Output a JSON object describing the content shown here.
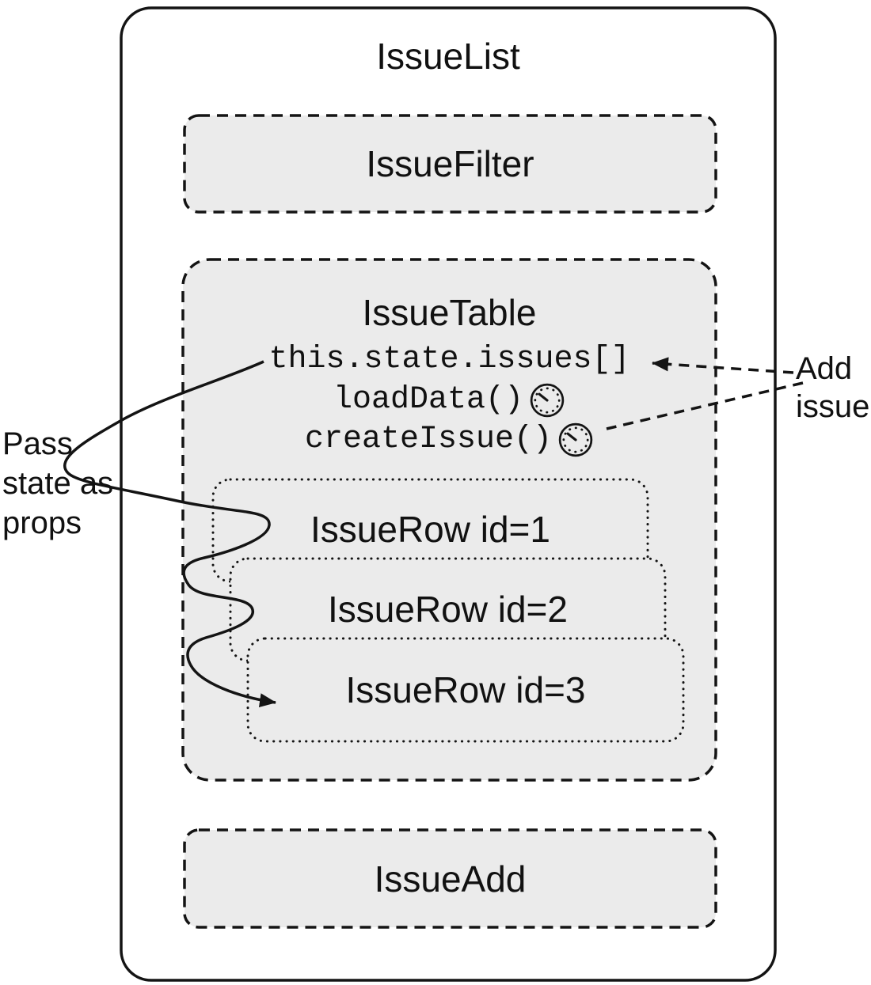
{
  "colors": {
    "box_fill": "#ebebeb",
    "stroke": "#141414",
    "background": "#ffffff",
    "text": "#111111"
  },
  "issue_list": {
    "title": "IssueList"
  },
  "issue_filter": {
    "label": "IssueFilter"
  },
  "issue_table": {
    "label": "IssueTable",
    "state_field": "this.state.issues[]",
    "methods": [
      {
        "label": "loadData()",
        "icon": "clock-icon"
      },
      {
        "label": "createIssue()",
        "icon": "clock-icon"
      }
    ],
    "rows": [
      {
        "label": "IssueRow id=1"
      },
      {
        "label": "IssueRow id=2"
      },
      {
        "label": "IssueRow id=3"
      }
    ]
  },
  "issue_add": {
    "label": "IssueAdd"
  },
  "annotations": {
    "pass_state_as_props": "Pass state as props",
    "add_issue": "Add issue"
  }
}
